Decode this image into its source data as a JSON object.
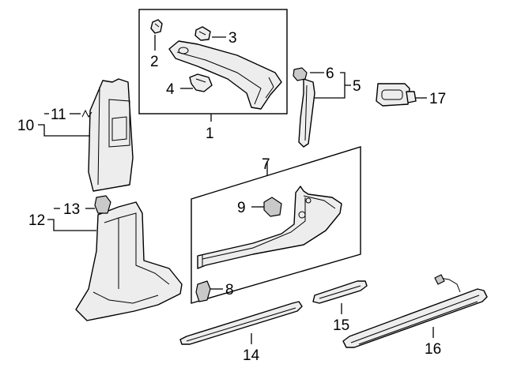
{
  "callouts": {
    "n1": "1",
    "n2": "2",
    "n3": "3",
    "n4": "4",
    "n5": "5",
    "n6": "6",
    "n7": "7",
    "n8": "8",
    "n9": "9",
    "n10": "10",
    "n11": "11",
    "n12": "12",
    "n13": "13",
    "n14": "14",
    "n15": "15",
    "n16": "16",
    "n17": "17"
  },
  "colors": {
    "line": "#000000",
    "part_fill": "#ededed",
    "part_shade": "#c9c9c9",
    "background": "#ffffff"
  }
}
